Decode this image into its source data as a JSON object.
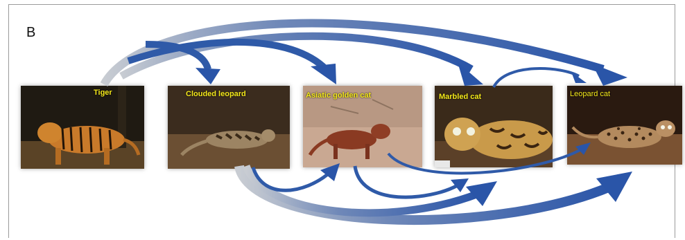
{
  "panel_letter": "B",
  "species": [
    {
      "label": "Tiger",
      "colors": {
        "bg": "#1f1a12",
        "ground": "#5a4326",
        "body": "#c97a2a"
      }
    },
    {
      "label": "Clouded leopard",
      "colors": {
        "bg": "#3b2c1e",
        "ground": "#6b4f33",
        "body": "#9c8463"
      }
    },
    {
      "label": "Asiatic golden cat",
      "colors": {
        "bg": "#b89883",
        "ground": "#c9a892",
        "body": "#8a3a22"
      }
    },
    {
      "label": "Marbled cat",
      "colors": {
        "bg": "#3a2a1a",
        "ground": "#5b4028",
        "body": "#c99a4a"
      }
    },
    {
      "label": "Leopard cat",
      "colors": {
        "bg": "#2a1a10",
        "ground": "#7a5232",
        "body": "#b38a5e"
      }
    }
  ],
  "arrow_colors": {
    "gradient_start": "#c8ccd2",
    "gradient_end": "#2a55a8",
    "solid": "#2f5aa8"
  }
}
